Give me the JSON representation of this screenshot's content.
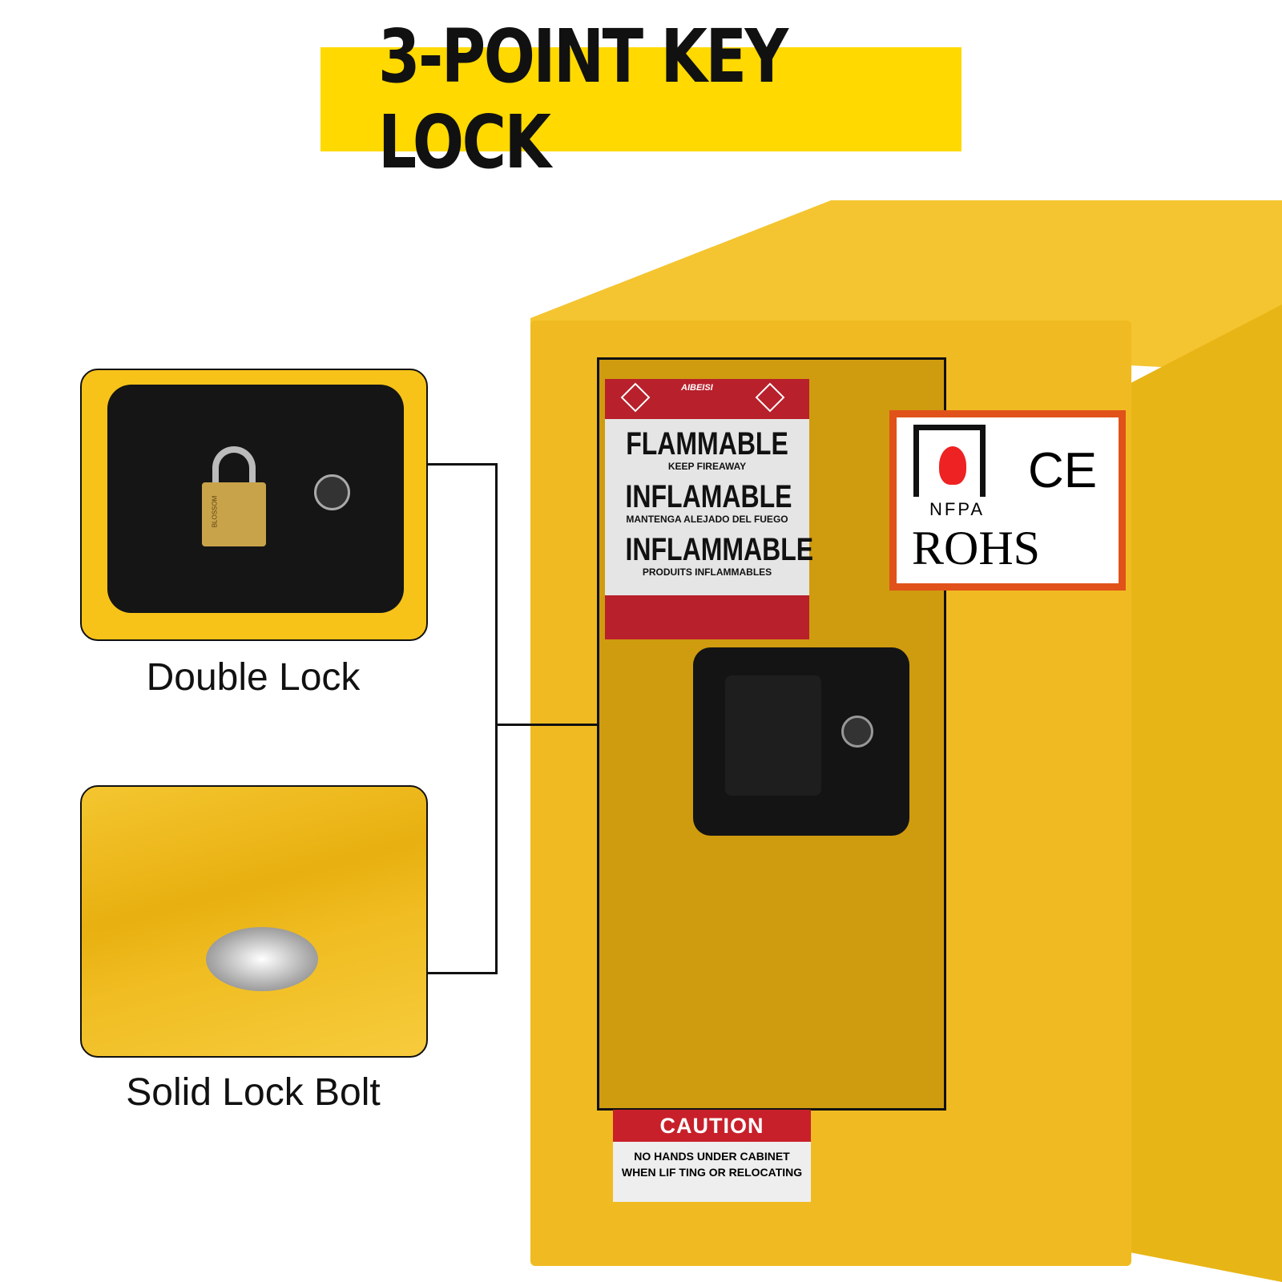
{
  "banner": {
    "title": "3-POINT KEY LOCK",
    "color": "#ffd900"
  },
  "insets": [
    {
      "caption": "Double Lock",
      "padlock_brand": "BLOSSOM"
    },
    {
      "caption": "Solid Lock Bolt"
    }
  ],
  "flammable_label": {
    "brand": "AIBEISI",
    "line1": "FLAMMABLE",
    "sub1": "KEEP FIREAWAY",
    "line2": "INFLAMABLE",
    "sub2": "MANTENGA ALEJADO DEL FUEGO",
    "line3": "INFLAMMABLE",
    "sub3": "PRODUITS INFLAMMABLES"
  },
  "cert_label": {
    "nfpa": "NFPA",
    "ce": "CE",
    "rohs": "ROHS"
  },
  "caution_label": {
    "title": "CAUTION",
    "line1": "NO HANDS UNDER CABINET",
    "line2": "WHEN LIF TING OR RELOCATING"
  }
}
